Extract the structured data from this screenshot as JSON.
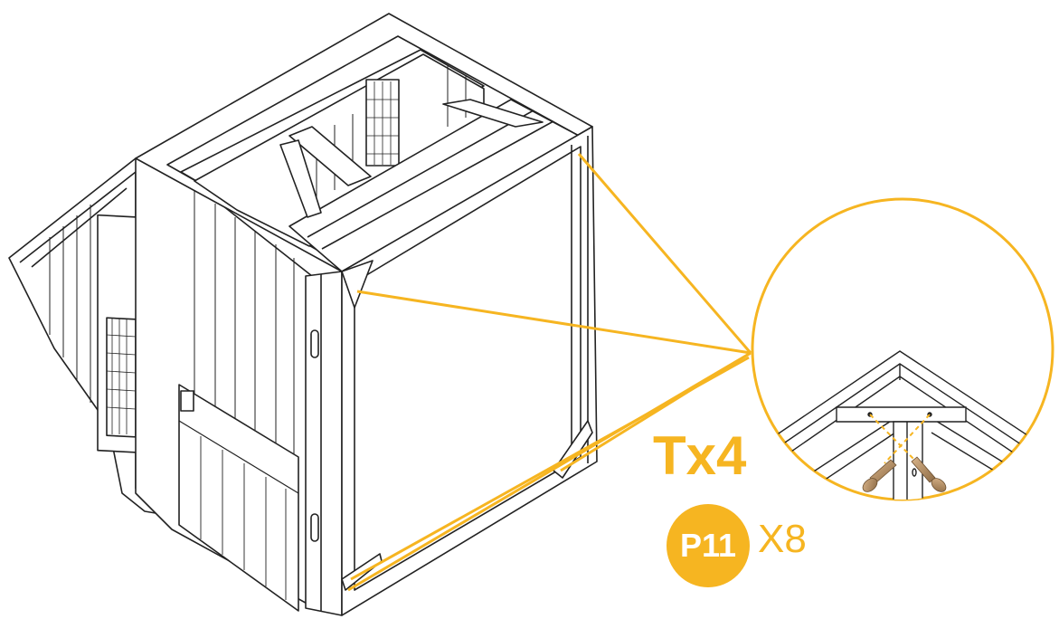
{
  "step": {
    "tool": "Tx4"
  },
  "part": {
    "id": "P11",
    "quantity": "X8"
  },
  "colors": {
    "accent": "#f6b521",
    "line": "#222222",
    "background": "#ffffff"
  },
  "icons": [
    "screw-icon"
  ]
}
